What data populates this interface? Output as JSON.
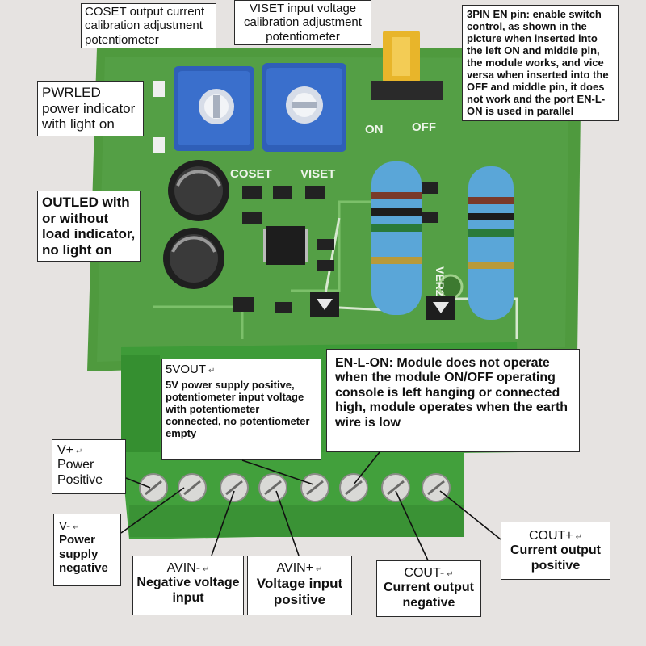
{
  "callouts": {
    "coset": {
      "text": "COSET output current calibration adjustment potentiometer"
    },
    "viset": {
      "text": "VISET input voltage calibration adjustment potentiometer"
    },
    "en_pin": {
      "text": "3PIN EN pin: enable switch control, as shown in the picture when inserted into the left ON and middle pin, the module works, and vice versa when inserted into the OFF and middle pin, it does not work and the port EN-L-ON is used in parallel"
    },
    "pwrled": {
      "text": "PWRLED power indicator with light on"
    },
    "outled": {
      "text": "OUTLED with or without load indicator, no light on"
    },
    "v5out": {
      "title": "5VOUT",
      "text": "5V power supply positive, potentiometer input voltage with potentiometer connected, no potentiometer empty"
    },
    "en_l_on": {
      "text": "EN-L-ON: Module does not operate when the module ON/OFF operating console is left hanging or connected high, module operates when the earth wire is low"
    },
    "vplus": {
      "title": "V+",
      "text": "Power Positive"
    },
    "vminus": {
      "title": "V-",
      "text": "Power supply negative"
    },
    "avin_minus": {
      "title": "AVIN-",
      "text": "Negative voltage input"
    },
    "avin_plus": {
      "title": "AVIN+",
      "text": "Voltage input positive"
    },
    "cout_minus": {
      "title": "COUT-",
      "text": "Current output negative"
    },
    "cout_plus": {
      "title": "COUT+",
      "text": "Current output positive"
    }
  },
  "board_labels": {
    "coset": "COSET",
    "viset": "VISET",
    "on": "ON",
    "off": "OFF",
    "ver2": "VER2"
  },
  "colors": {
    "pcb": "#4f9a3e",
    "terminal": "#3f9a3a",
    "pot": "#2f5fb8",
    "jumper": "#e8b52a",
    "resistor": "#5aa6d8"
  }
}
